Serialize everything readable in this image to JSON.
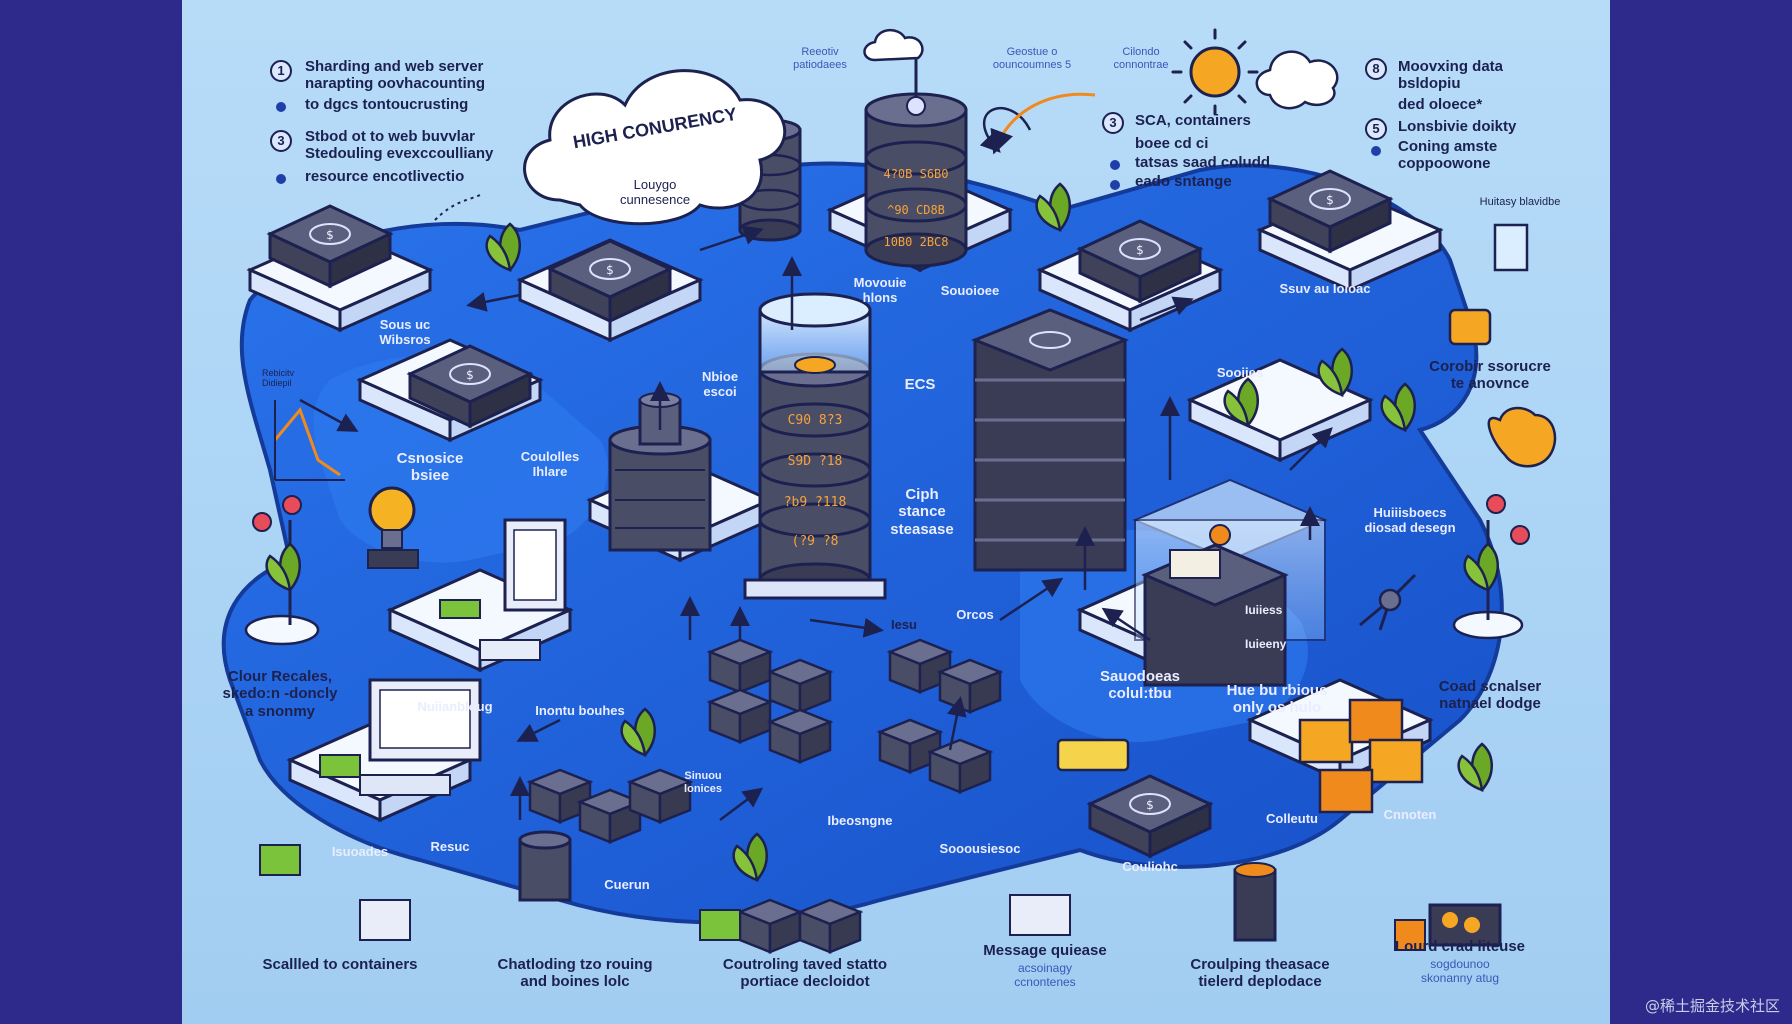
{
  "title": "HIGH CONURENCY",
  "cloud_subtitle": "Louygo\ncunnesence",
  "top_left_notes": [
    {
      "num": "1",
      "text": "Sharding and web server\nnarapting oovhacounting"
    },
    {
      "num": "",
      "text": "to dgcs tontoucrusting"
    },
    {
      "num": "3",
      "text": "Stbod ot to web buvvlar\nStedouling evexccoulliany"
    },
    {
      "num": "",
      "text": "resource encotlivectio"
    }
  ],
  "top_small_labels": [
    "Reeotiv\npatiodaees",
    "Geostue o\noouncoumnes 5",
    "Cilondo\nconnontrae"
  ],
  "top_center_notes": [
    {
      "num": "3",
      "text": "SCA, containers"
    },
    {
      "num": "",
      "text": "boee cd ci"
    },
    {
      "num": "",
      "text": "tatsas saad coludd"
    },
    {
      "num": "",
      "text": "eado sntange"
    }
  ],
  "top_right_notes": [
    {
      "num": "8",
      "text": "Moovxing data\nbsldopiu"
    },
    {
      "num": "",
      "text": "ded oloece*"
    },
    {
      "num": "5",
      "text": "Lonsbivie doikty"
    },
    {
      "num": "",
      "text": "Coning amste\ncoppoowone"
    }
  ],
  "right_side_labels": [
    "Huitasy blavidbe",
    "Corobir ssorucre\nte anovnce",
    "Coad scnalser\nnatnael dodge"
  ],
  "left_side_labels": [
    "Clour Recales,\nskedo:n -doncly\na snonmy",
    "Rebicitv\nDidiepil"
  ],
  "platform_labels": [
    "Sous uc\nWibsros",
    "Csnosice\nbsiee",
    "Coulolles\nIhlare",
    "Movouie\nhlons",
    "Souoioee",
    "ECS",
    "Ciph\nstance\nsteasase",
    "Nbioe\nescoi",
    "Sooiies",
    "Ssuv au Ioioac",
    "Huiiisboecs\ndiosad desegn",
    "Sauodoeas\ncolul:tbu",
    "Hue bu rbious\nonly os hulo",
    "Nuiianbloug",
    "Inontu bouhes",
    "Sinuou\nlonices",
    "Ibeosngne",
    "Sooousiesoc",
    "Isuoades",
    "Resuc",
    "Cuerun",
    "Couliohc",
    "Colleutu",
    "Cnnoten",
    "Iesu",
    "Orcos"
  ],
  "db_readouts": [
    "4?0B  S6B0",
    "^90  CD8B",
    "10B0  2BC8",
    "C90  8?3",
    "S9D  ?18",
    "?b9  ?118",
    "(?9  ?8"
  ],
  "server_labels": [
    "Iuiiess",
    "Iuieeny"
  ],
  "bottom_labels": [
    "Scallled to containers",
    "Chatloding tzo rouing\nand boines lolc",
    "Coutroling taved statto\nportiace decloidot",
    "Message quiease",
    "Croulping theasace\ntielerd deplodace",
    "Lourd crad liteuse"
  ],
  "bottom_sublabels": [
    "acsoinagy\nccnontenes",
    "sogdounoo\nskonanny atug"
  ],
  "watermark": "@稀土掘金技术社区",
  "colors": {
    "frame": "#2e2a8c",
    "background": "#a9d3f5",
    "blue_platform": "#1d63d9",
    "white_tile": "#f4f8ff",
    "server_dark": "#4a4d66",
    "accent_orange": "#f08a1c",
    "leaf_green": "#6aa826"
  }
}
